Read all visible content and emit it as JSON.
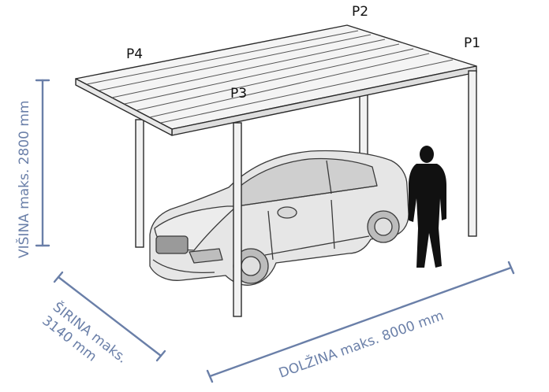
{
  "posts": {
    "p1": "P1",
    "p2": "P2",
    "p3": "P3",
    "p4": "P4"
  },
  "dimensions": {
    "height": "VIŠINA maks. 2800 mm",
    "width_line1": "ŠIRINA maks.",
    "width_line2": "3140 mm",
    "length": "DOLŽINA maks. 8000 mm"
  },
  "colors": {
    "dimension": "#6a7fa8",
    "structure_stroke": "#2a2a2a",
    "structure_fill": "#f2f2f2",
    "car_fill": "#e6e6e6",
    "person": "#111111"
  },
  "icons": [
    "carport-illustration",
    "car-illustration",
    "person-silhouette"
  ]
}
